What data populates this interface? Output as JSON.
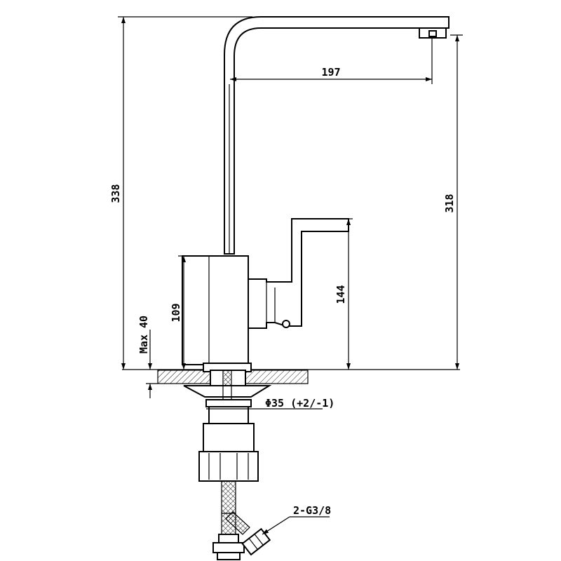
{
  "dimensions": {
    "spout_reach": "197",
    "total_height": "338",
    "outlet_height": "318",
    "body_height": "109",
    "handle_height": "144",
    "max_thickness": "Max 40",
    "mount_hole": "Φ35 (+2/-1)",
    "hose_connection": "2-G3/8"
  },
  "colors": {
    "line": "#000000",
    "background": "#ffffff"
  }
}
